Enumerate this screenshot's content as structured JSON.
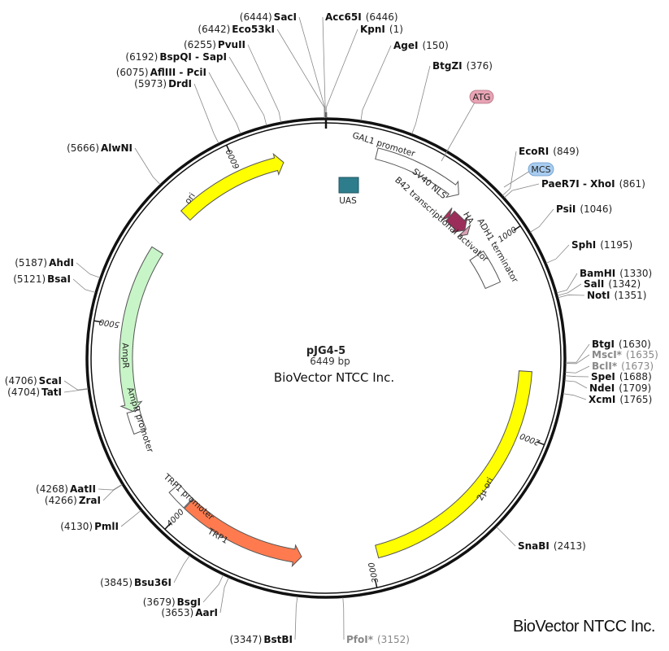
{
  "plasmid": {
    "name": "pJG4-5",
    "size_bp": 6449,
    "size_label": "6449 bp",
    "company": "BioVector NTCC Inc."
  },
  "watermark": "BioVector NTCC Inc.",
  "tick_labels": [
    "1000",
    "2000",
    "3000",
    "4000",
    "5000",
    "6000"
  ],
  "sites": [
    {
      "name": "KpnI",
      "pos": 1,
      "color": "#111111"
    },
    {
      "name": "AgeI",
      "pos": 150,
      "color": "#111111"
    },
    {
      "name": "BtgZI",
      "pos": 376,
      "color": "#111111"
    },
    {
      "name": "EcoRI",
      "pos": 849,
      "color": "#111111"
    },
    {
      "name": "PaeR7I - XhoI",
      "pos": 861,
      "color": "#111111"
    },
    {
      "name": "PsiI",
      "pos": 1046,
      "color": "#111111"
    },
    {
      "name": "SphI",
      "pos": 1195,
      "color": "#111111"
    },
    {
      "name": "BamHI",
      "pos": 1330,
      "color": "#111111"
    },
    {
      "name": "SalI",
      "pos": 1342,
      "color": "#111111"
    },
    {
      "name": "NotI",
      "pos": 1351,
      "color": "#111111"
    },
    {
      "name": "BtgI",
      "pos": 1630,
      "color": "#111111"
    },
    {
      "name": "MscI*",
      "pos": 1635,
      "color": "#888888"
    },
    {
      "name": "BclI*",
      "pos": 1673,
      "color": "#888888"
    },
    {
      "name": "SpeI",
      "pos": 1688,
      "color": "#111111"
    },
    {
      "name": "NdeI",
      "pos": 1709,
      "color": "#111111"
    },
    {
      "name": "XcmI",
      "pos": 1765,
      "color": "#111111"
    },
    {
      "name": "SnaBI",
      "pos": 2413,
      "color": "#111111"
    },
    {
      "name": "PfoI*",
      "pos": 3152,
      "color": "#888888"
    },
    {
      "name": "BstBI",
      "pos": 3347,
      "color": "#111111"
    },
    {
      "name": "AarI",
      "pos": 3653,
      "color": "#111111"
    },
    {
      "name": "BsgI",
      "pos": 3679,
      "color": "#111111"
    },
    {
      "name": "Bsu36I",
      "pos": 3845,
      "color": "#111111"
    },
    {
      "name": "PmlI",
      "pos": 4130,
      "color": "#111111"
    },
    {
      "name": "ZraI",
      "pos": 4266,
      "color": "#111111"
    },
    {
      "name": "AatII",
      "pos": 4268,
      "color": "#111111"
    },
    {
      "name": "TatI",
      "pos": 4704,
      "color": "#111111"
    },
    {
      "name": "ScaI",
      "pos": 4706,
      "color": "#111111"
    },
    {
      "name": "BsaI",
      "pos": 5121,
      "color": "#111111"
    },
    {
      "name": "AhdI",
      "pos": 5187,
      "color": "#111111"
    },
    {
      "name": "AlwNI",
      "pos": 5666,
      "color": "#111111"
    },
    {
      "name": "DrdI",
      "pos": 5973,
      "color": "#111111"
    },
    {
      "name": "AflIII - PciI",
      "pos": 6075,
      "color": "#111111"
    },
    {
      "name": "BspQI - SapI",
      "pos": 6192,
      "color": "#111111"
    },
    {
      "name": "PvuII",
      "pos": 6255,
      "color": "#111111"
    },
    {
      "name": "Eco53kI",
      "pos": 6442,
      "color": "#111111"
    },
    {
      "name": "SacI",
      "pos": 6444,
      "color": "#111111"
    },
    {
      "name": "Acc65I",
      "pos": 6446,
      "color": "#111111"
    }
  ],
  "features": [
    {
      "name": "GAL1 promoter",
      "start": 250,
      "end": 700,
      "direction": "cw",
      "color": "#ffffff"
    },
    {
      "name": "SV40 NLS",
      "start": 717,
      "end": 738,
      "direction": "cw",
      "color": "#b03060"
    },
    {
      "name": "B42 transcriptional activator",
      "start": 738,
      "end": 849,
      "direction": "cw",
      "color": "#9b2d5a"
    },
    {
      "name": "HA",
      "start": 849,
      "end": 876,
      "direction": "cw",
      "color": "#d9a0b5"
    },
    {
      "name": "ADH1 terminator",
      "start": 1000,
      "end": 1190,
      "direction": "none",
      "color": "#ffffff"
    },
    {
      "name": "2μ ori",
      "start": 1680,
      "end": 2960,
      "direction": "none",
      "color": "#ffff00"
    },
    {
      "name": "TRP1",
      "start": 3350,
      "end": 4000,
      "direction": "ccw_start",
      "color": "#ff7b4f"
    },
    {
      "name": "TRP1 promoter",
      "start": 4005,
      "end": 4110,
      "direction": "none",
      "color": "#ffffff"
    },
    {
      "name": "AmpR promoter",
      "start": 4450,
      "end": 4560,
      "direction": "none",
      "color": "#ffffff"
    },
    {
      "name": "AmpR",
      "start": 4560,
      "end": 5420,
      "direction": "ccw_end",
      "color": "#c8f5c8"
    },
    {
      "name": "ori",
      "start": 5650,
      "end": 6230,
      "direction": "cw",
      "color": "#ffff00"
    }
  ],
  "special": {
    "uas_label": "UAS",
    "uas_color": "#2e7d8c",
    "atg_label": "ATG",
    "atg_color": "#e8a4b4",
    "mcs_label": "MCS",
    "mcs_color": "#a8cdf0"
  }
}
